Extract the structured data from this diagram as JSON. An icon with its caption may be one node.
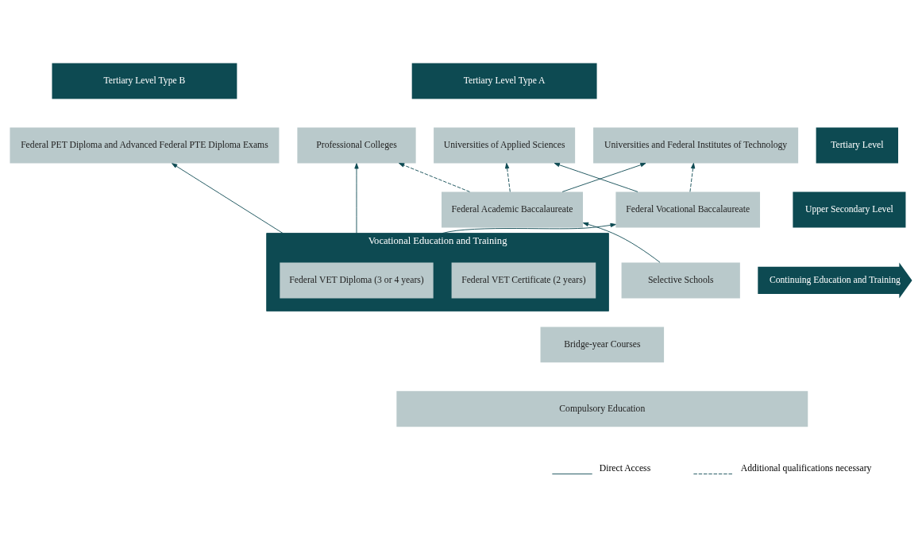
{
  "diagram": {
    "nodes": [
      {
        "text": [
          "Tertiary Level Type B"
        ]
      },
      {
        "text": [
          "Tertiary Level Type A"
        ]
      },
      {
        "text": [
          "Federal PET Diploma and Advanced Federal PTE Diploma Exams"
        ]
      },
      {
        "text": [
          "Professional Colleges"
        ]
      },
      {
        "text": [
          "Universities of Applied Sciences"
        ]
      },
      {
        "text": [
          "Universities and Federal Institutes of Technology"
        ]
      },
      {
        "text": [
          "Federal Vocational Baccalaureate"
        ]
      },
      {
        "text": [
          "Federal Academic Baccalaureate"
        ]
      },
      {
        "text": [
          "Vocational Education and Training"
        ]
      },
      {
        "text": [
          "Federal VET Certificate (2 years)"
        ],
        "in": 8
      },
      {
        "text": [
          "Federal VET Diploma (3 or 4 years)"
        ],
        "in": 8
      },
      {
        "text": [
          "Bridge-year Courses"
        ]
      },
      {
        "text": [
          "Selective Schools"
        ]
      },
      {
        "text": [
          "Compulsory Education"
        ]
      },
      {
        "text": [
          "Continuing Education and Training"
        ]
      },
      {
        "text": [
          "Tertiary Level"
        ]
      },
      {
        "text": [
          "Upper Secondary Level"
        ]
      }
    ],
    "edges": [
      {
        "from": 8,
        "to": 2,
        "arrow": "to"
      },
      {
        "from": 8,
        "to": 3,
        "arrow": "to"
      },
      {
        "from": 8,
        "to": 6,
        "arrow": "to"
      },
      {
        "from": 6,
        "to": 4,
        "arrow": "to"
      },
      {
        "from": 6,
        "to": 5,
        "arrow": "to",
        "style": "dashed"
      },
      {
        "from": 7,
        "to": 3,
        "arrow": "to",
        "style": "dashed"
      },
      {
        "from": 7,
        "to": 4,
        "arrow": "to",
        "style": "dashed"
      },
      {
        "from": 7,
        "to": 5,
        "arrow": "to"
      },
      {
        "from": 12,
        "to": 7,
        "arrow": "to"
      }
    ],
    "legend": [
      {
        "text": "Direct Access"
      },
      {
        "text": "Additional qualifications necessary"
      }
    ]
  }
}
